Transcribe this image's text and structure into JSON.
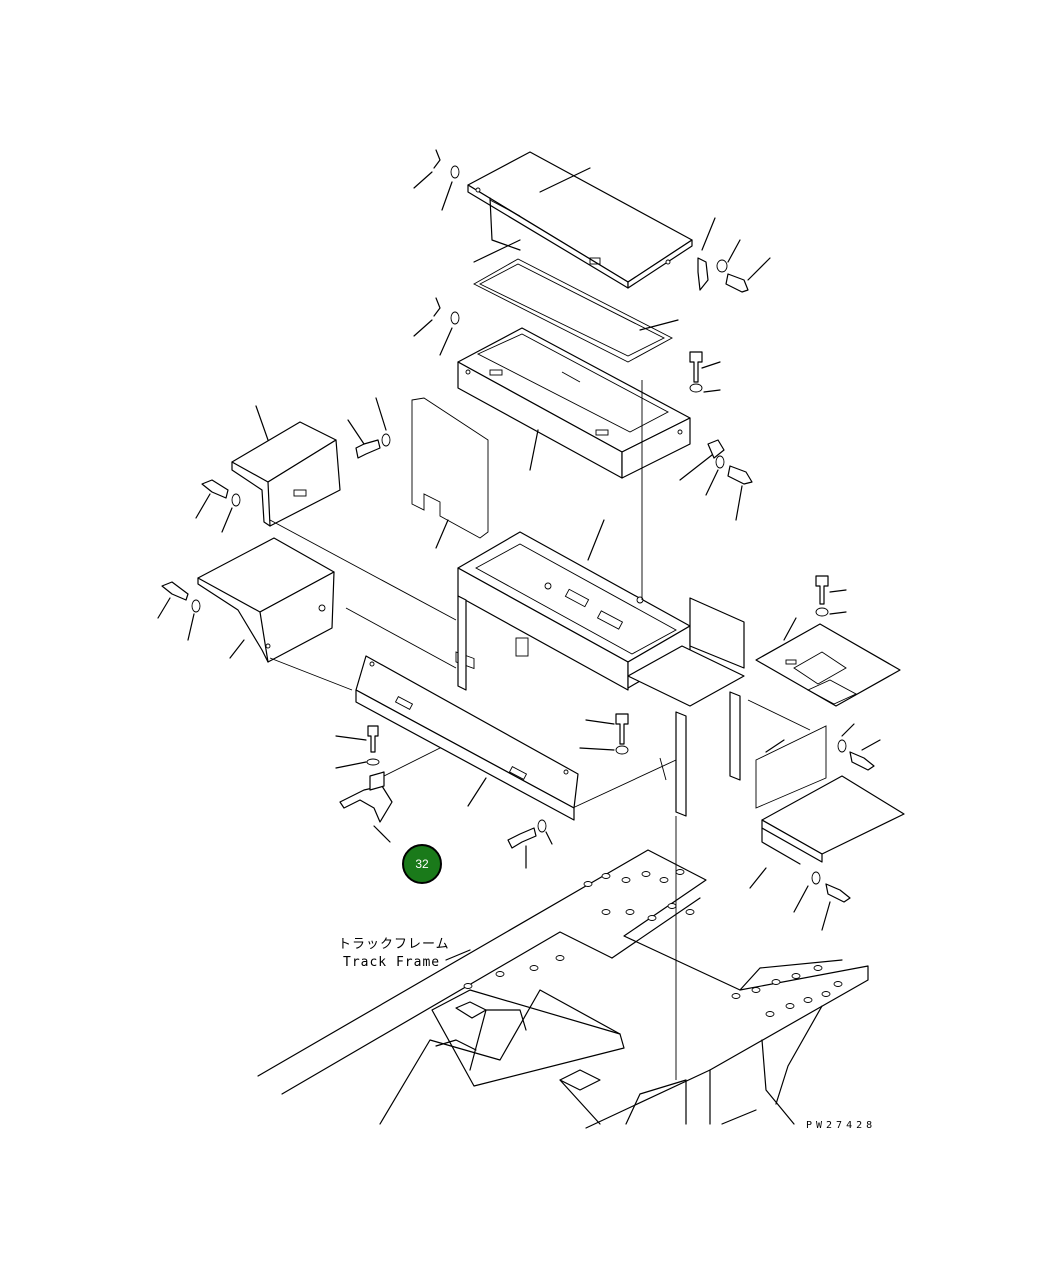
{
  "diagram": {
    "frame_label_jp": "トラックフレーム",
    "frame_label_en": "Track Frame",
    "drawing_code": "PW27428",
    "callout_number": "32",
    "callout_color": "#1a7a1a"
  }
}
